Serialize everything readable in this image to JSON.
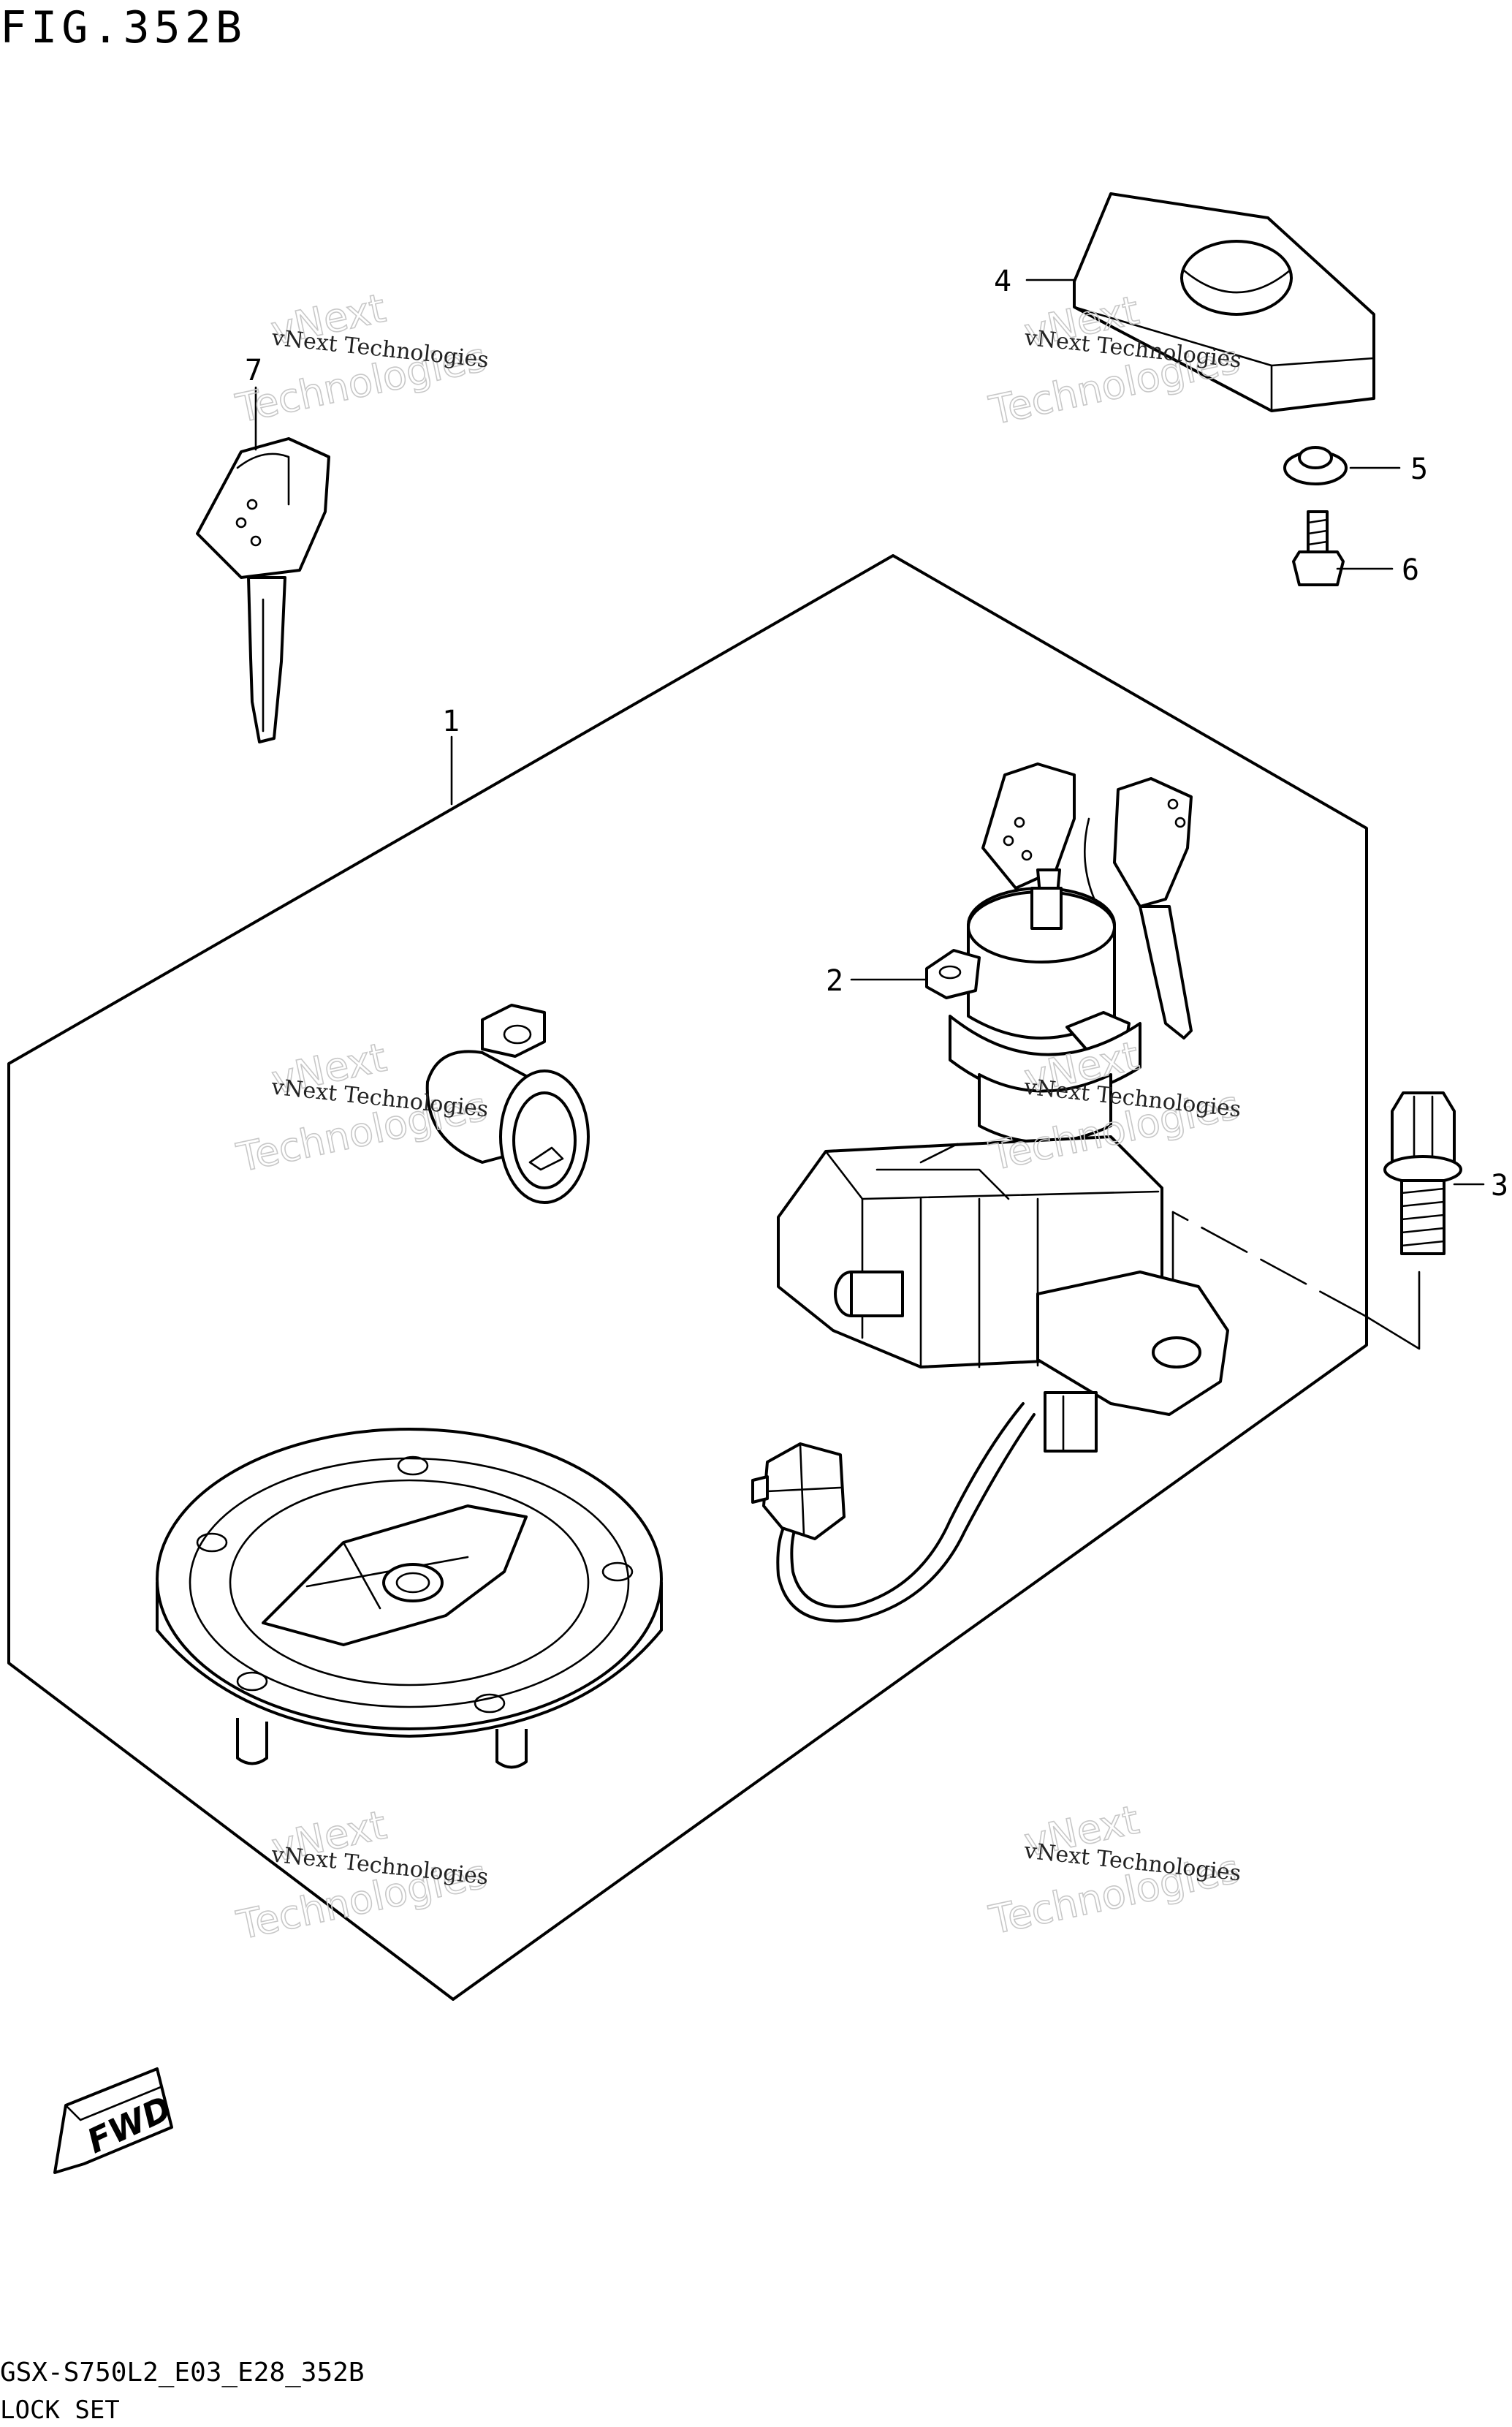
{
  "figure": {
    "title": "FIG.352B",
    "code": "GSX-S750L2_E03_E28_352B",
    "name": "LOCK SET"
  },
  "callouts": [
    {
      "id": "1",
      "label": "1"
    },
    {
      "id": "2",
      "label": "2"
    },
    {
      "id": "3",
      "label": "3"
    },
    {
      "id": "4",
      "label": "4"
    },
    {
      "id": "5",
      "label": "5"
    },
    {
      "id": "6",
      "label": "6"
    },
    {
      "id": "7",
      "label": "7"
    }
  ],
  "direction_marker": {
    "label": "FWD"
  },
  "watermark": {
    "line1": "vNext Technologies",
    "line2": "vNext",
    "line3": "Technologies"
  }
}
